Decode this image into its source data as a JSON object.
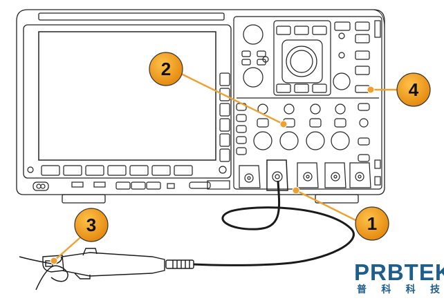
{
  "callouts": [
    {
      "id": "1",
      "label": "1"
    },
    {
      "id": "2",
      "label": "2"
    },
    {
      "id": "3",
      "label": "3"
    },
    {
      "id": "4",
      "label": "4"
    }
  ],
  "logo": {
    "name": "PRBTEK",
    "subtitle_chars": [
      "普",
      "科",
      "科",
      "技"
    ]
  },
  "colors": {
    "callout_fill": "#f29a1c",
    "callout_line": "#f0a030",
    "logo_blue": "#1d5e8c",
    "outline": "#222222"
  }
}
